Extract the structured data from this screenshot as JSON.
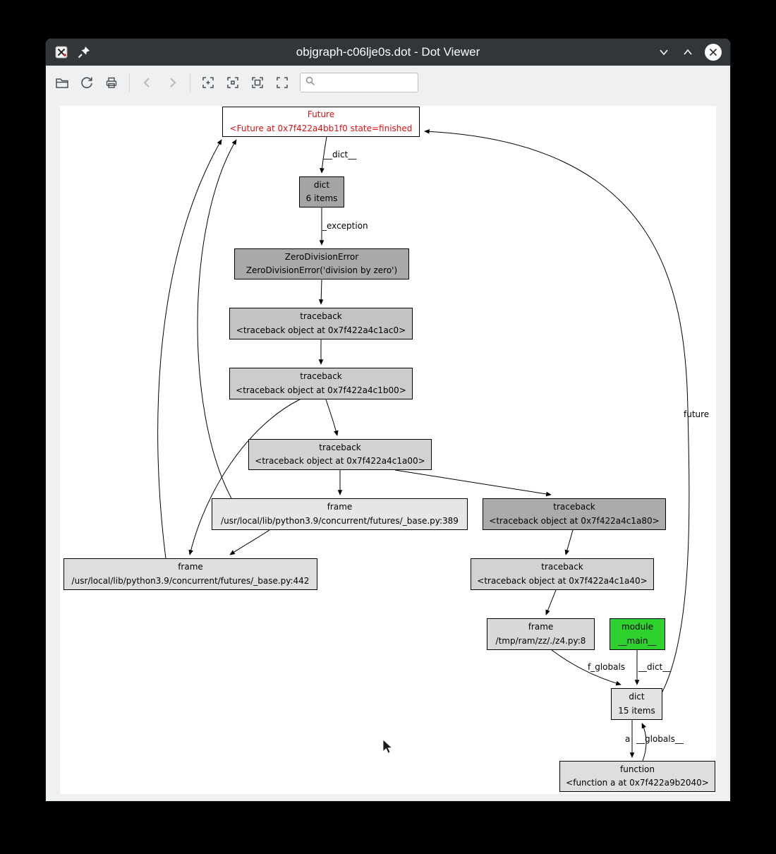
{
  "window": {
    "title": "objgraph-c06lje0s.dot - Dot Viewer",
    "titlebar_icons": [
      "app-icon",
      "pin-icon",
      "minimize-icon",
      "maximize-icon",
      "close-icon"
    ]
  },
  "toolbar": {
    "icons": [
      "open-folder-icon",
      "reload-icon",
      "print-icon",
      "back-icon",
      "forward-icon",
      "zoom-in-icon",
      "zoom-out-icon",
      "zoom-fit-icon",
      "zoom-original-icon",
      "search-icon"
    ],
    "search": {
      "value": "",
      "placeholder": ""
    }
  },
  "graph": {
    "nodes": [
      {
        "id": "future",
        "line1": "Future",
        "line2": "<Future at 0x7f422a4bb1f0 state=finished",
        "fill": "#ffffff",
        "text_color": "#dd1111"
      },
      {
        "id": "dict-6",
        "line1": "dict",
        "line2": "6 items",
        "fill": "#a4a4a4",
        "text_color": "#000000"
      },
      {
        "id": "zerodivisionerror",
        "line1": "ZeroDivisionError",
        "line2": "ZeroDivisionError('division by zero')",
        "fill": "#a9a9a9",
        "text_color": "#000000"
      },
      {
        "id": "traceback-1ac0",
        "line1": "traceback",
        "line2": "<traceback object at 0x7f422a4c1ac0>",
        "fill": "#c3c3c3",
        "text_color": "#000000"
      },
      {
        "id": "traceback-1b00",
        "line1": "traceback",
        "line2": "<traceback object at 0x7f422a4c1b00>",
        "fill": "#cccccc",
        "text_color": "#000000"
      },
      {
        "id": "traceback-1a00",
        "line1": "traceback",
        "line2": "<traceback object at 0x7f422a4c1a00>",
        "fill": "#d2d2d2",
        "text_color": "#000000"
      },
      {
        "id": "frame-389",
        "line1": "frame",
        "line2": "/usr/local/lib/python3.9/concurrent/futures/_base.py:389",
        "fill": "#e6e6e6",
        "text_color": "#000000"
      },
      {
        "id": "traceback-1a80",
        "line1": "traceback",
        "line2": "<traceback object at 0x7f422a4c1a80>",
        "fill": "#ababab",
        "text_color": "#000000"
      },
      {
        "id": "frame-442",
        "line1": "frame",
        "line2": "/usr/local/lib/python3.9/concurrent/futures/_base.py:442",
        "fill": "#dedede",
        "text_color": "#000000"
      },
      {
        "id": "traceback-1a40",
        "line1": "traceback",
        "line2": "<traceback object at 0x7f422a4c1a40>",
        "fill": "#d2d2d2",
        "text_color": "#000000"
      },
      {
        "id": "frame-z4",
        "line1": "frame",
        "line2": "/tmp/ram/zz/./z4.py:8",
        "fill": "#d8d8d8",
        "text_color": "#000000"
      },
      {
        "id": "module-main",
        "line1": "module",
        "line2": "__main__",
        "fill": "#2fd12f",
        "text_color": "#000000"
      },
      {
        "id": "dict-15",
        "line1": "dict",
        "line2": "15 items",
        "fill": "#e2e2e2",
        "text_color": "#000000"
      },
      {
        "id": "function-a",
        "line1": "function",
        "line2": "<function a at 0x7f422a9b2040>",
        "fill": "#dedede",
        "text_color": "#000000"
      }
    ],
    "edges": [
      {
        "from": "future",
        "to": "dict-6",
        "label": "__dict__"
      },
      {
        "from": "dict-6",
        "to": "zerodivisionerror",
        "label": "_exception"
      },
      {
        "from": "zerodivisionerror",
        "to": "traceback-1ac0",
        "label": ""
      },
      {
        "from": "traceback-1ac0",
        "to": "traceback-1b00",
        "label": ""
      },
      {
        "from": "traceback-1b00",
        "to": "traceback-1a00",
        "label": ""
      },
      {
        "from": "traceback-1a00",
        "to": "frame-389",
        "label": ""
      },
      {
        "from": "traceback-1a00",
        "to": "traceback-1a80",
        "label": ""
      },
      {
        "from": "traceback-1b00",
        "to": "frame-442",
        "label": ""
      },
      {
        "from": "frame-389",
        "to": "frame-442",
        "label": ""
      },
      {
        "from": "frame-442",
        "to": "future",
        "label": ""
      },
      {
        "from": "frame-389",
        "to": "future",
        "label": ""
      },
      {
        "from": "traceback-1a80",
        "to": "traceback-1a40",
        "label": ""
      },
      {
        "from": "traceback-1a40",
        "to": "frame-z4",
        "label": ""
      },
      {
        "from": "frame-z4",
        "to": "dict-15",
        "label": "f_globals"
      },
      {
        "from": "module-main",
        "to": "dict-15",
        "label": "__dict__"
      },
      {
        "from": "dict-15",
        "to": "function-a",
        "label": "a"
      },
      {
        "from": "function-a",
        "to": "dict-15",
        "label": "__globals__"
      },
      {
        "from": "dict-15",
        "to": "future",
        "label": "future"
      }
    ]
  }
}
